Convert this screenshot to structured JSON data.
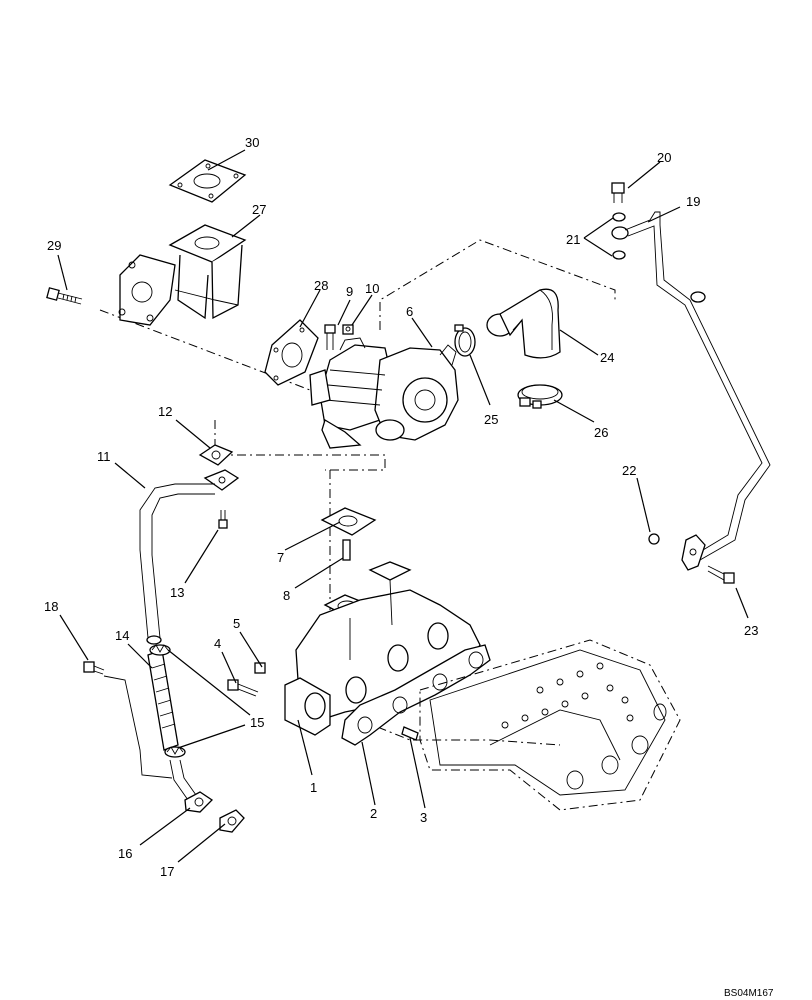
{
  "diagram": {
    "reference_code": "BS04M167",
    "callouts": [
      {
        "id": "c1",
        "text": "1"
      },
      {
        "id": "c2",
        "text": "2"
      },
      {
        "id": "c3",
        "text": "3"
      },
      {
        "id": "c4",
        "text": "4"
      },
      {
        "id": "c5",
        "text": "5"
      },
      {
        "id": "c6",
        "text": "6"
      },
      {
        "id": "c7",
        "text": "7"
      },
      {
        "id": "c8",
        "text": "8"
      },
      {
        "id": "c9",
        "text": "9"
      },
      {
        "id": "c10",
        "text": "10"
      },
      {
        "id": "c11",
        "text": "11"
      },
      {
        "id": "c12",
        "text": "12"
      },
      {
        "id": "c13",
        "text": "13"
      },
      {
        "id": "c14",
        "text": "14"
      },
      {
        "id": "c15",
        "text": "15"
      },
      {
        "id": "c16",
        "text": "16"
      },
      {
        "id": "c17",
        "text": "17"
      },
      {
        "id": "c18",
        "text": "18"
      },
      {
        "id": "c19",
        "text": "19"
      },
      {
        "id": "c20",
        "text": "20"
      },
      {
        "id": "c21",
        "text": "21"
      },
      {
        "id": "c22",
        "text": "22"
      },
      {
        "id": "c23",
        "text": "23"
      },
      {
        "id": "c24",
        "text": "24"
      },
      {
        "id": "c25",
        "text": "25"
      },
      {
        "id": "c26",
        "text": "26"
      },
      {
        "id": "c27",
        "text": "27"
      },
      {
        "id": "c28",
        "text": "28"
      },
      {
        "id": "c29",
        "text": "29"
      },
      {
        "id": "c30",
        "text": "30"
      }
    ]
  }
}
